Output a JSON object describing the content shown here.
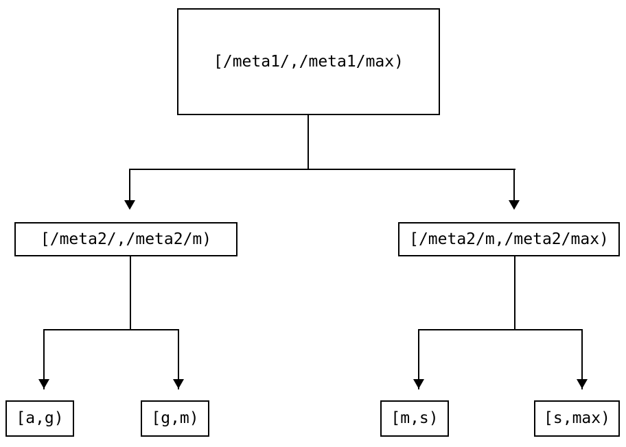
{
  "diagram": {
    "type": "tree",
    "title": "",
    "background_color": "#ffffff",
    "line_color": "#000000",
    "text_color": "#000000",
    "nodes": {
      "root": {
        "label": "[/meta1/,/meta1/max)",
        "level": 0
      },
      "mid_left": {
        "label": "[/meta2/,/meta2/m)",
        "level": 1
      },
      "mid_right": {
        "label": "[/meta2/m,/meta2/max)",
        "level": 1
      },
      "leaves": [
        {
          "label": "[a,g)"
        },
        {
          "label": "[g,m)"
        },
        {
          "label": "[m,s)"
        },
        {
          "label": "[s,max)"
        }
      ]
    }
  }
}
